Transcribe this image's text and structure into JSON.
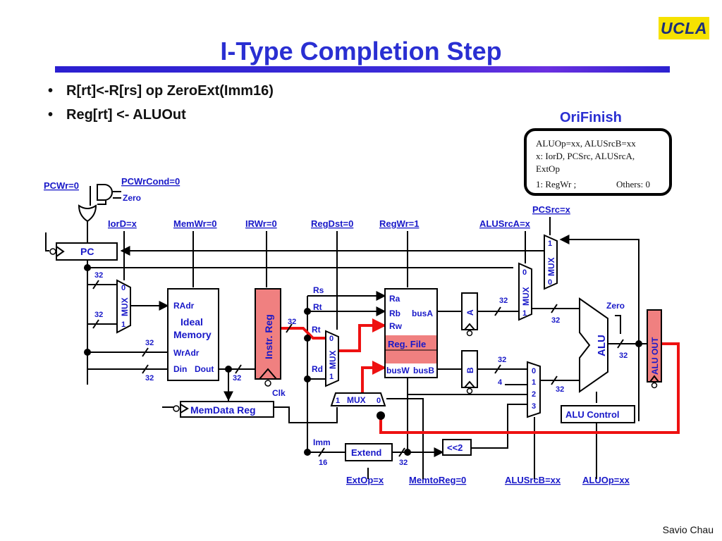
{
  "slide": {
    "title": "I-Type Completion Step",
    "logo": "UCLA",
    "bullets": [
      "R[rt]<-R[rs] op ZeroExt(Imm16)",
      "Reg[rt] <- ALUOut"
    ],
    "credit": "Savio Chau"
  },
  "state": {
    "name": "OriFinish",
    "lines": [
      "ALUOp=xx, ALUSrcB=xx",
      "x: IorD, PCSrc, ALUSrcA,",
      "ExtOp"
    ],
    "line4_left": "1: RegWr ;",
    "line4_right": "Others: 0"
  },
  "signals": {
    "pcwr": "PCWr=0",
    "pcwrcond": "PCWrCond=0",
    "zero_in": "Zero",
    "iord": "IorD=x",
    "memwr": "MemWr=0",
    "irwr": "IRWr=0",
    "regdst": "RegDst=0",
    "regwr": "RegWr=1",
    "alusrca": "ALUSrcA=x",
    "pcsrc": "PCSrc=x",
    "extop": "ExtOp=x",
    "memtoreg": "MemtoReg=0",
    "alusrcb": "ALUSrcB=xx",
    "aluop": "ALUOp=xx"
  },
  "blocks": {
    "pc": "PC",
    "mux": "MUX",
    "radr": "RAdr",
    "ideal1": "Ideal",
    "ideal2": "Memory",
    "wradr": "WrAdr",
    "din": "Din",
    "dout": "Dout",
    "instr_reg": "Instr. Reg",
    "clk": "Clk",
    "memdata": "MemData Reg",
    "rs": "Rs",
    "rt": "Rt",
    "rt2": "Rt",
    "rd": "Rd",
    "imm": "Imm",
    "ra": "Ra",
    "rb": "Rb",
    "rw": "Rw",
    "busa": "busA",
    "busb": "busB",
    "busw": "busW",
    "regfile": "Reg. File",
    "a": "A",
    "b": "B",
    "alu": "ALU",
    "zero_out": "Zero",
    "aluout": "ALU OUT",
    "alu_control": "ALU Control",
    "extend": "Extend",
    "shift": "<<2"
  },
  "numbers": {
    "w32": "32",
    "w16": "16",
    "w4": "4",
    "m0": "0",
    "m1": "1",
    "m2": "2",
    "m3": "3"
  },
  "colors": {
    "title": "#2a2fd2",
    "signal": "#1818c8",
    "wire": "#000000",
    "active_path": "#ee1111",
    "register_fill": "#f08080",
    "logo_bg": "#f6e200"
  }
}
